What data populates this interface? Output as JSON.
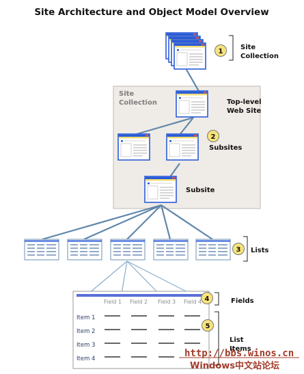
{
  "title": "Site Architecture and Object Model Overview",
  "labels": {
    "site_collection_top": [
      "Site",
      "Collection"
    ],
    "site_collection_box": [
      "Site",
      "Collection"
    ],
    "top_level": [
      "Top-level",
      "Web Site"
    ],
    "subsites": "Subsites",
    "subsite": "Subsite",
    "lists": "Lists",
    "fields": "Fields",
    "list_items": [
      "List",
      "Items"
    ]
  },
  "callouts": [
    "1",
    "2",
    "3",
    "4",
    "5"
  ],
  "fields": [
    "Field 1",
    "Field 2",
    "Field 3",
    "Field 4"
  ],
  "items": [
    "Item 1",
    "Item 2",
    "Item 3",
    "Item 4"
  ],
  "watermark": {
    "url": "http://bbs.winos.cn",
    "name": "Windows中文站论坛"
  },
  "colors": {
    "line": "#5f86ab",
    "window_border": "#2a5bd7",
    "window_title": "#f0dc72",
    "callout_fill": "#f7e37a",
    "panel": "#efebe6"
  },
  "icons": {
    "page": "web-page-icon",
    "list": "list-table-icon",
    "callout": "numbered-callout-icon"
  }
}
